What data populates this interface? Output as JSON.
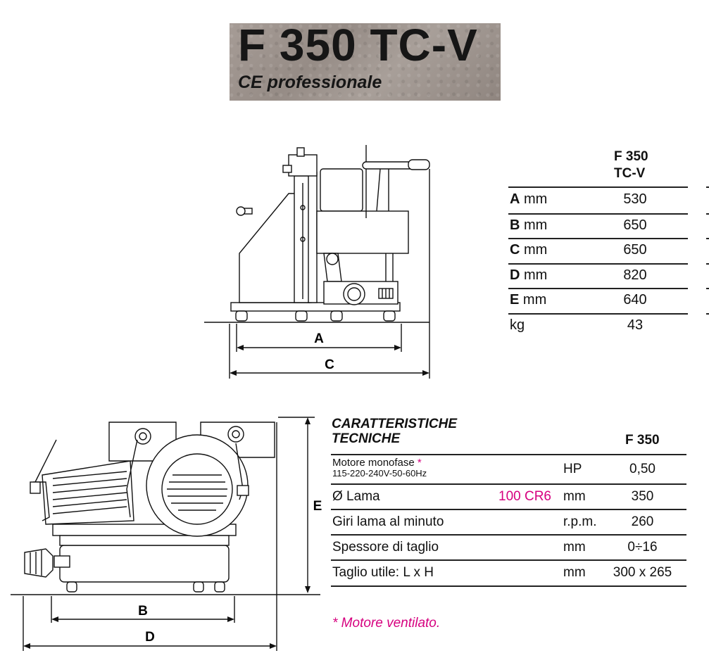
{
  "title": {
    "model": "F 350 TC-V",
    "subtitle": "CE professionale"
  },
  "dimensions_table": {
    "column_header_line1": "F 350",
    "column_header_line2": "TC-V",
    "rows": [
      {
        "letter": "A",
        "unit": "mm",
        "value": "530"
      },
      {
        "letter": "B",
        "unit": "mm",
        "value": "650"
      },
      {
        "letter": "C",
        "unit": "mm",
        "value": "650"
      },
      {
        "letter": "D",
        "unit": "mm",
        "value": "820"
      },
      {
        "letter": "E",
        "unit": "mm",
        "value": "640"
      },
      {
        "letter": "",
        "unit": "kg",
        "value": "43"
      }
    ]
  },
  "diagram_labels": {
    "front": {
      "a": "A",
      "c": "C"
    },
    "side": {
      "b": "B",
      "d": "D",
      "e": "E"
    }
  },
  "specs": {
    "title_line1": "CARATTERISTICHE",
    "title_line2": "TECNICHE",
    "column_header": "F 350",
    "rows": [
      {
        "name": "Motore monofase",
        "name_star": "*",
        "name_sub": "115-220-240V-50-60Hz",
        "extra": "",
        "unit": "HP",
        "value": "0,50"
      },
      {
        "name": "Ø Lama",
        "name_star": "",
        "name_sub": "",
        "extra": "100 CR6",
        "unit": "mm",
        "value": "350"
      },
      {
        "name": "Giri lama al minuto",
        "name_star": "",
        "name_sub": "",
        "extra": "",
        "unit": "r.p.m.",
        "value": "260"
      },
      {
        "name": "Spessore di taglio",
        "name_star": "",
        "name_sub": "",
        "extra": "",
        "unit": "mm",
        "value": "0÷16"
      },
      {
        "name": "Taglio utile: L x H",
        "name_star": "",
        "name_sub": "",
        "extra": "",
        "unit": "mm",
        "value": "300 x 265"
      }
    ]
  },
  "footnote": "* Motore ventilato.",
  "colors": {
    "accent": "#d6007f",
    "plate": "#9e948e"
  }
}
